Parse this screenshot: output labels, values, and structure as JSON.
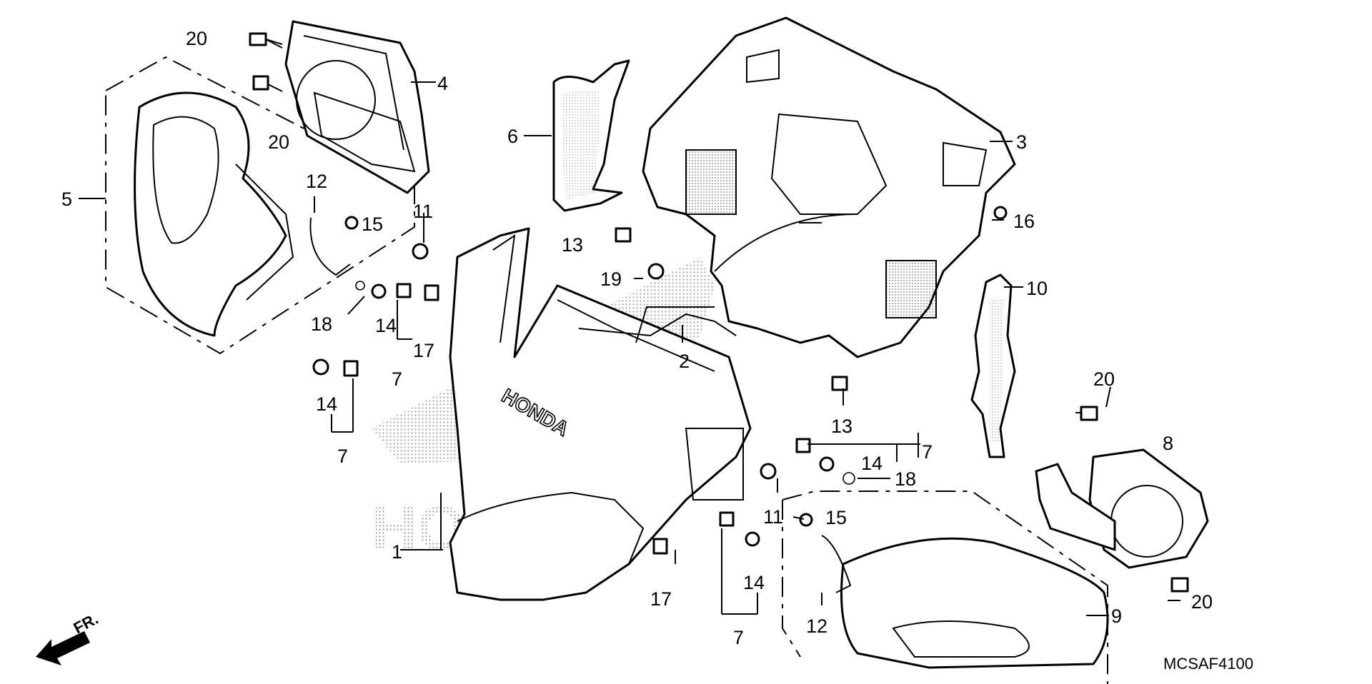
{
  "diagram": {
    "code": "MCSAF4100",
    "direction_label": "FR.",
    "embossed_text": "HONDA",
    "watermark_text": "HONDA",
    "callouts": [
      {
        "id": "c1",
        "text": "1"
      },
      {
        "id": "c2",
        "text": "2"
      },
      {
        "id": "c3",
        "text": "3"
      },
      {
        "id": "c4",
        "text": "4"
      },
      {
        "id": "c5",
        "text": "5"
      },
      {
        "id": "c6",
        "text": "6"
      },
      {
        "id": "c7a",
        "text": "7"
      },
      {
        "id": "c7b",
        "text": "7"
      },
      {
        "id": "c7c",
        "text": "7"
      },
      {
        "id": "c7d",
        "text": "7"
      },
      {
        "id": "c8",
        "text": "8"
      },
      {
        "id": "c9",
        "text": "9"
      },
      {
        "id": "c10",
        "text": "10"
      },
      {
        "id": "c11a",
        "text": "11"
      },
      {
        "id": "c11b",
        "text": "11"
      },
      {
        "id": "c12a",
        "text": "12"
      },
      {
        "id": "c12b",
        "text": "12"
      },
      {
        "id": "c13a",
        "text": "13"
      },
      {
        "id": "c13b",
        "text": "13"
      },
      {
        "id": "c14a",
        "text": "14"
      },
      {
        "id": "c14b",
        "text": "14"
      },
      {
        "id": "c14c",
        "text": "14"
      },
      {
        "id": "c14d",
        "text": "14"
      },
      {
        "id": "c15a",
        "text": "15"
      },
      {
        "id": "c15b",
        "text": "15"
      },
      {
        "id": "c16",
        "text": "16"
      },
      {
        "id": "c17a",
        "text": "17"
      },
      {
        "id": "c17b",
        "text": "17"
      },
      {
        "id": "c18a",
        "text": "18"
      },
      {
        "id": "c18b",
        "text": "18"
      },
      {
        "id": "c19",
        "text": "19"
      },
      {
        "id": "c20a",
        "text": "20"
      },
      {
        "id": "c20b",
        "text": "20"
      },
      {
        "id": "c20c",
        "text": "20"
      },
      {
        "id": "c20d",
        "text": "20"
      }
    ]
  }
}
